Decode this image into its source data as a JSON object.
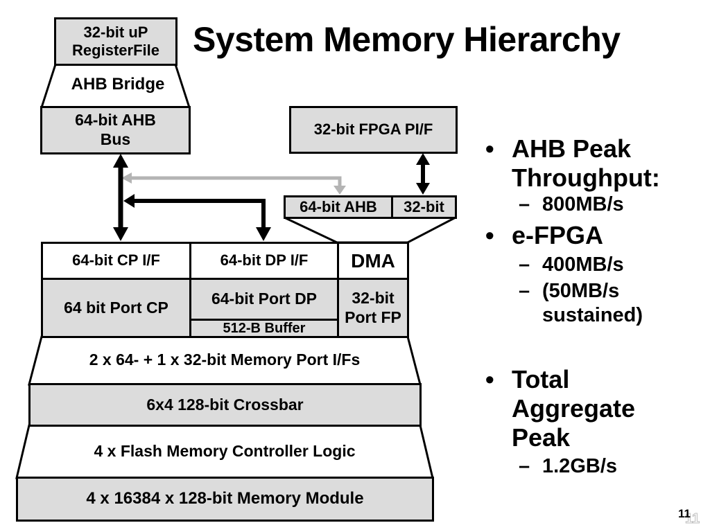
{
  "slide": {
    "title": "System Memory Hierarchy",
    "page_number": "11"
  },
  "diagram": {
    "register_file": "32-bit uP RegisterFile",
    "ahb_bridge": "AHB Bridge",
    "ahb_bus": "64-bit AHB Bus",
    "fpga_pif": "32-bit FPGA PI/F",
    "fpga_ahb_port": "64-bit AHB",
    "fpga_32bit_port": "32-bit",
    "cp_if": "64-bit CP I/F",
    "dp_if": "64-bit DP I/F",
    "dma": "DMA",
    "port_cp": "64 bit Port CP",
    "port_dp": "64-bit Port DP",
    "buffer": "512-B Buffer",
    "port_fp": "32-bit Port FP",
    "memory_port_ifs": "2 x 64- + 1 x 32-bit Memory Port I/Fs",
    "crossbar": "6x4 128-bit Crossbar",
    "flash_controller": "4 x Flash Memory Controller Logic",
    "memory_module": "4 x 16384 x 128-bit Memory Module",
    "colors": {
      "block_fill": "#dcdcdc",
      "gray_arrow": "#b4b4b4",
      "line": "#000000"
    }
  },
  "bullets": [
    {
      "text": "AHB Peak Throughput:",
      "sub": [
        "800MB/s"
      ]
    },
    {
      "text": "e-FPGA",
      "sub": [
        "400MB/s",
        "(50MB/s sustained)"
      ]
    },
    {
      "text": "Total Aggregate Peak",
      "sub": [
        "1.2GB/s"
      ]
    }
  ],
  "symbols": {
    "bullet": "•",
    "dash": "–"
  }
}
